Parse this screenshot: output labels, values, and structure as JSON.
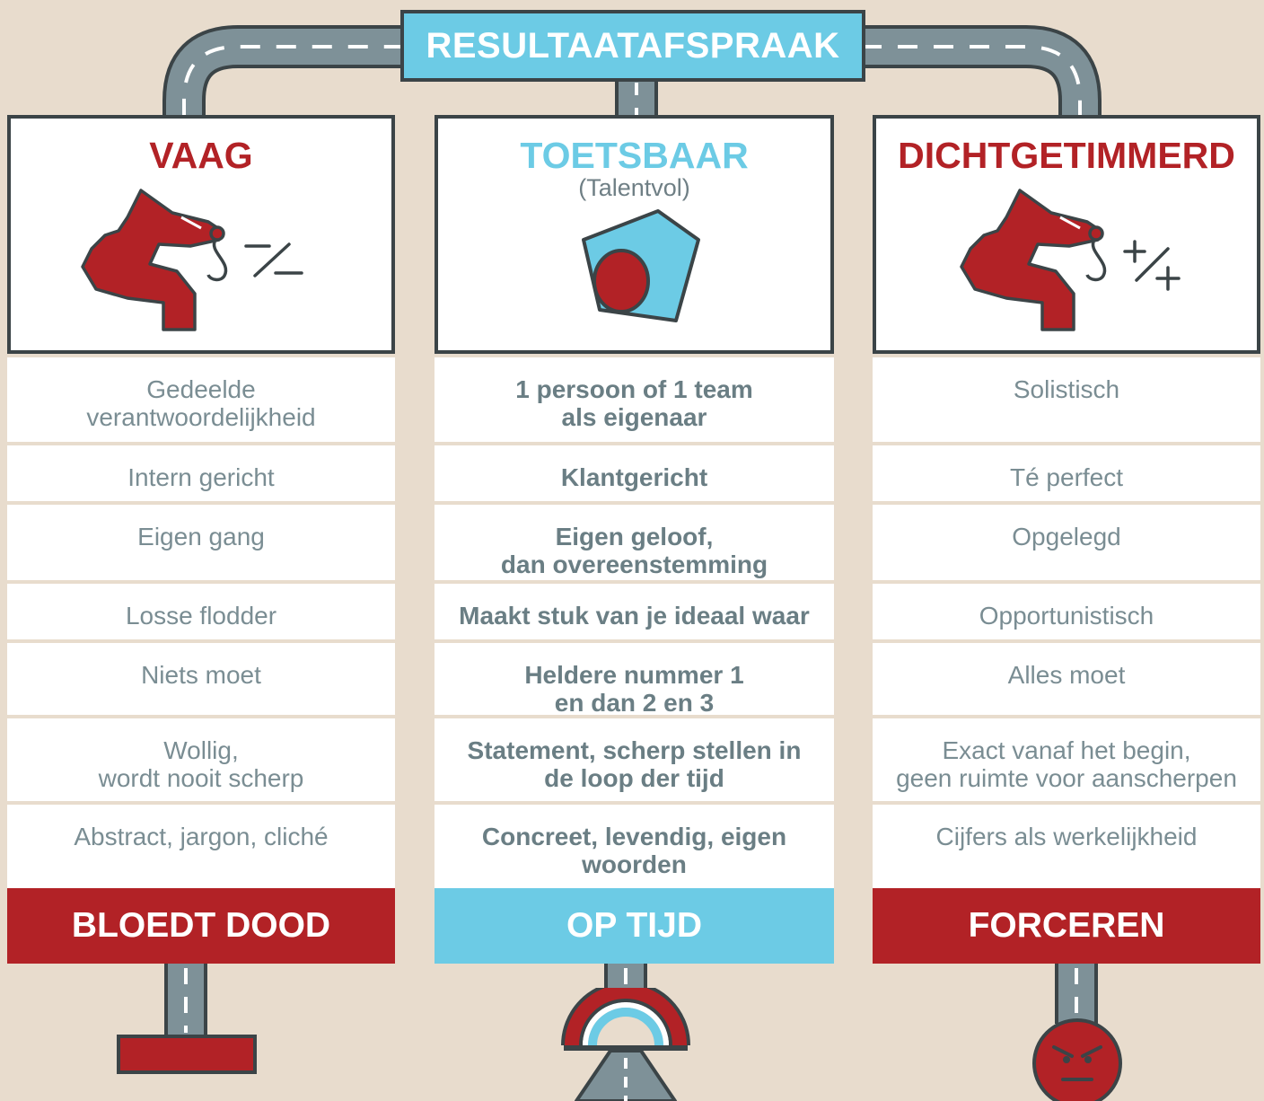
{
  "title": "RESULTAATAFSPRAAK",
  "colors": {
    "red": "#b22226",
    "blue": "#6ccbe5",
    "road": "#7e9198",
    "outline": "#3b4447",
    "text": "#7a8d93",
    "background": "#e8dccd"
  },
  "columns": [
    {
      "heading": "VAAG",
      "subheading": "",
      "icon": "dragon-minus-plus-icon",
      "rows": [
        "Gedeelde\nverantwoordelijkheid",
        "Intern gericht",
        "Eigen gang",
        "Losse flodder",
        "Niets moet",
        "Wollig,\nwordt nooit scherp",
        "Abstract, jargon, cliché"
      ],
      "footer": "BLOEDT DOOD",
      "end_icon": "roadblock-icon"
    },
    {
      "heading": "TOETSBAAR",
      "subheading": "(Talentvol)",
      "icon": "gem-target-icon",
      "rows": [
        "1 persoon of 1 team\nals eigenaar",
        "Klantgericht",
        "Eigen geloof,\ndan overeenstemming",
        "Maakt stuk van je ideaal waar",
        "Heldere nummer 1\nen dan 2 en 3",
        "Statement, scherp stellen in\nde loop der tijd",
        "Concreet, levendig, eigen\nwoorden"
      ],
      "footer": "OP TIJD",
      "end_icon": "rainbow-road-icon"
    },
    {
      "heading": "DICHTGETIMMERD",
      "subheading": "",
      "icon": "dragon-plus-plus-icon",
      "rows": [
        "Solistisch",
        "Té perfect",
        "Opgelegd",
        "Opportunistisch",
        "Alles moet",
        "Exact vanaf het begin,\ngeen ruimte voor aanscherpen",
        "Cijfers als werkelijkheid"
      ],
      "footer": "FORCEREN",
      "end_icon": "angry-face-icon"
    }
  ]
}
